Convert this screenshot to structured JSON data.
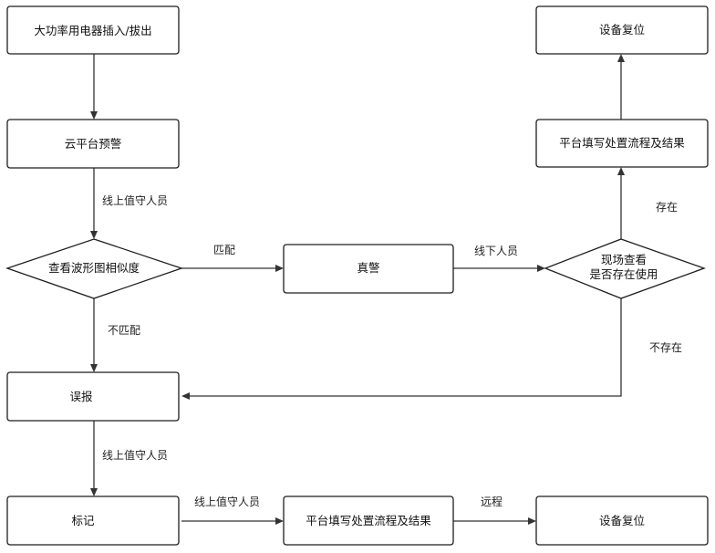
{
  "nodes": {
    "plug_event": "大功率用电器插入/拔出",
    "cloud_alert": "云平台预警",
    "compare_waveform": "查看波形图相似度",
    "true_alarm": "真警",
    "site_check_line1": "现场查看",
    "site_check_line2": "是否存在使用",
    "fill_process_top": "平台填写处置流程及结果",
    "reset_top": "设备复位",
    "false_alarm": "误报",
    "mark": "标记",
    "fill_process_bottom": "平台填写处置流程及结果",
    "reset_bottom": "设备复位"
  },
  "edges": {
    "cloud_to_compare": "线上值守人员",
    "match": "匹配",
    "no_match": "不匹配",
    "offline_staff": "线下人员",
    "exists": "存在",
    "not_exists": "不存在",
    "false_to_mark": "线上值守人员",
    "mark_to_fill": "线上值守人员",
    "remote": "远程"
  }
}
